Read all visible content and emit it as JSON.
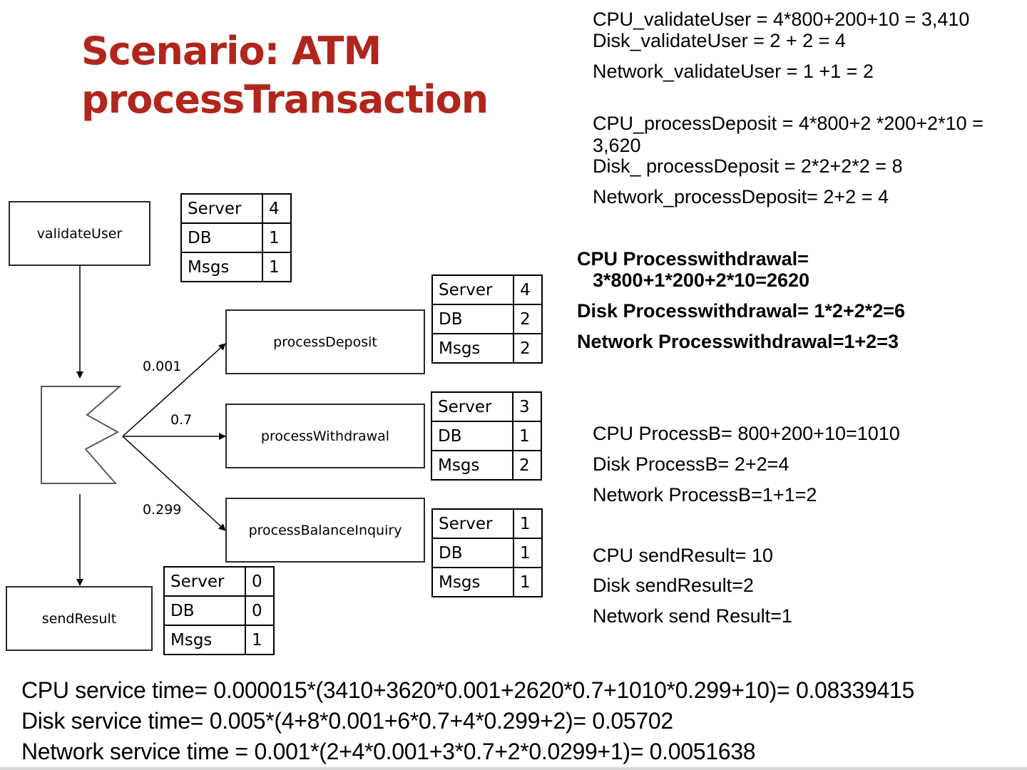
{
  "title": {
    "line1": "Scenario: ATM",
    "line2": "processTransaction",
    "color": "#b0261d"
  },
  "diagram": {
    "nodes": {
      "validateUser": "validateUser",
      "processDeposit": "processDeposit",
      "processWithdrawal": "processWithdrawal",
      "processBalanceInquiry": "processBalanceInquiry",
      "sendResult": "sendResult"
    },
    "branch_node": "branch",
    "probabilities": {
      "deposit": "0.001",
      "withdrawal": "0.7",
      "balance": "0.299"
    },
    "tables": {
      "validateUser": [
        {
          "k": "Server",
          "v": "4"
        },
        {
          "k": "DB",
          "v": "1"
        },
        {
          "k": "Msgs",
          "v": "1"
        }
      ],
      "processDeposit": [
        {
          "k": "Server",
          "v": "4"
        },
        {
          "k": "DB",
          "v": "2"
        },
        {
          "k": "Msgs",
          "v": "2"
        }
      ],
      "processWithdrawal": [
        {
          "k": "Server",
          "v": "3"
        },
        {
          "k": "DB",
          "v": "1"
        },
        {
          "k": "Msgs",
          "v": "2"
        }
      ],
      "processBalanceInquiry": [
        {
          "k": "Server",
          "v": "1"
        },
        {
          "k": "DB",
          "v": "1"
        },
        {
          "k": "Msgs",
          "v": "1"
        }
      ],
      "sendResult": [
        {
          "k": "Server",
          "v": "0"
        },
        {
          "k": "DB",
          "v": "0"
        },
        {
          "k": "Msgs",
          "v": "1"
        }
      ]
    }
  },
  "calculations": {
    "validateUser": [
      "CPU_validateUser = 4*800+200+10 = 3,410",
      "Disk_validateUser = 2 + 2 = 4",
      "Network_validateUser = 1 +1 = 2"
    ],
    "processDeposit": [
      "CPU_processDeposit = 4*800+2 *200+2*10 =",
      "3,620",
      "Disk_ processDeposit = 2*2+2*2 = 8",
      "Network_processDeposit= 2+2 = 4"
    ],
    "processWithdrawal": [
      "CPU Processwithdrawal=",
      "3*800+1*200+2*10=2620",
      "Disk Processwithdrawal= 1*2+2*2=6",
      "Network Processwithdrawal=1+2=3"
    ],
    "processB": [
      "CPU ProcessB= 800+200+10=1010",
      "Disk ProcessB= 2+2=4",
      "Network ProcessB=1+1=2"
    ],
    "sendResult": [
      "CPU sendResult= 10",
      "Disk sendResult=2",
      "Network send Result=1"
    ]
  },
  "service_times": [
    "CPU service time= 0.000015*(3410+3620*0.001+2620*0.7+1010*0.299+10)= 0.08339415",
    "Disk service time= 0.005*(4+8*0.001+6*0.7+4*0.299+2)= 0.05702",
    "Network service time = 0.001*(2+4*0.001+3*0.7+2*0.0299+1)= 0.0051638"
  ]
}
